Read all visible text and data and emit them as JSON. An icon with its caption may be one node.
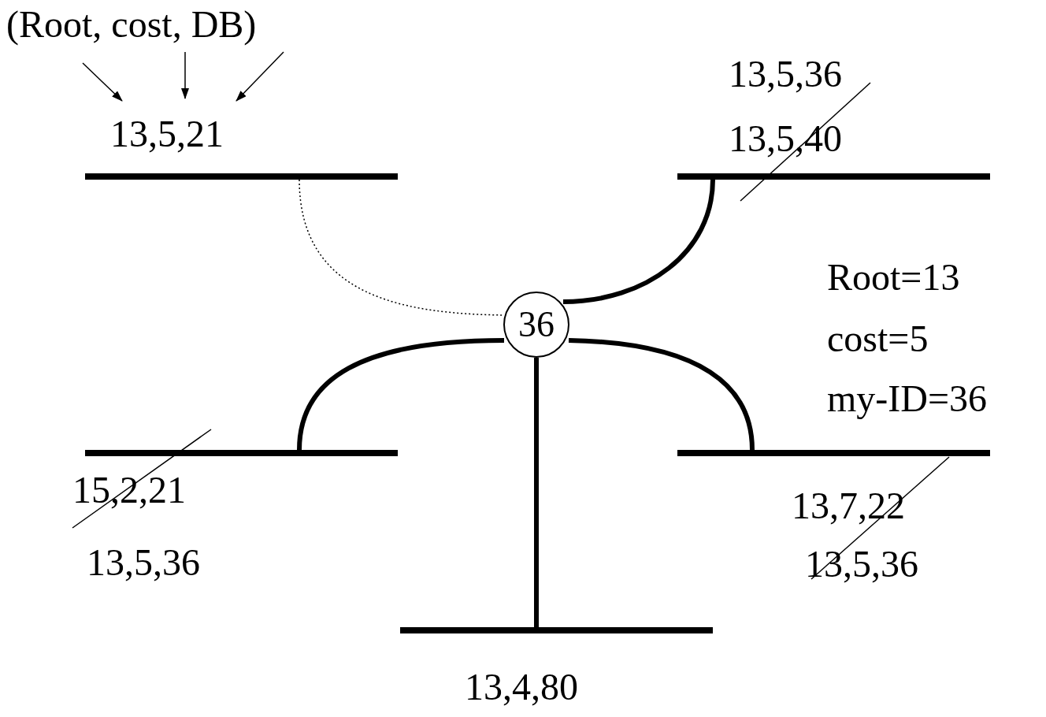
{
  "diagram": {
    "nodes": [
      {
        "text": [],
        "shape": "bar",
        "beside": [
          "13,5,21"
        ]
      },
      {
        "text": [],
        "shape": "bar",
        "beside": [
          "13,5,36",
          "13,5,40"
        ]
      },
      {
        "text": [
          "36"
        ]
      },
      {
        "text": [],
        "shape": "bar",
        "beside": [
          "15,2,21",
          "13,5,36"
        ]
      },
      {
        "text": [],
        "shape": "bar",
        "beside": [
          "13,7,22",
          "13,5,36"
        ]
      },
      {
        "text": [],
        "shape": "bar",
        "beside": [
          "13,4,80"
        ]
      },
      {
        "text": [
          "(Root, cost, DB)"
        ]
      }
    ],
    "edges": [
      {
        "from": 2,
        "to": 1,
        "arrow": "none",
        "style": "thick"
      },
      {
        "from": 2,
        "to": 3,
        "arrow": "none",
        "style": "thick"
      },
      {
        "from": 2,
        "to": 4,
        "arrow": "none",
        "style": "thick"
      },
      {
        "from": 2,
        "to": 5,
        "arrow": "none",
        "style": "thick"
      },
      {
        "from": 0,
        "to": 2,
        "arrow": "none",
        "style": "dashed"
      },
      {
        "from": 6,
        "to": 0,
        "arrow": "to"
      },
      {
        "from": 6,
        "to": 0,
        "arrow": "to"
      },
      {
        "from": 6,
        "to": 0,
        "arrow": "to"
      }
    ],
    "labels": [
      "Root=13",
      "cost=5",
      "my-ID=36"
    ]
  }
}
